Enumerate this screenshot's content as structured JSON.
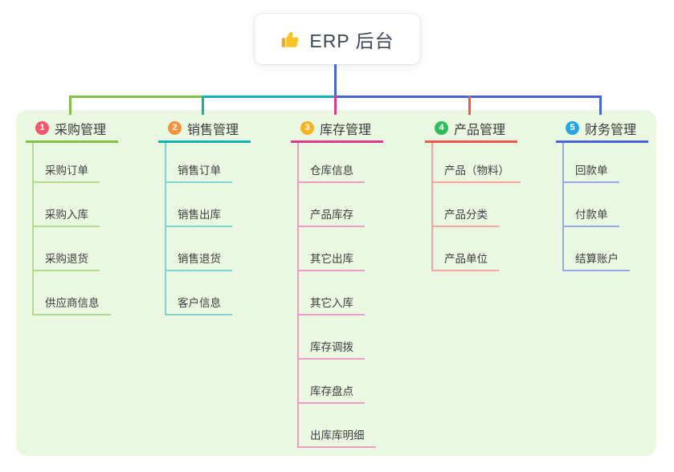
{
  "root": {
    "title": "ERP 后台",
    "icon": "thumbs-up-icon"
  },
  "panel": {
    "background": "#eaf7e1"
  },
  "connector": {
    "root_line_color": "#4565d8"
  },
  "branches": [
    {
      "badge": "1",
      "title": "采购管理",
      "color": "#84bf47",
      "light_color": "#b4db8c",
      "badge_color": "#f4586c",
      "children": [
        "采购订单",
        "采购入库",
        "采购退货",
        "供应商信息"
      ]
    },
    {
      "badge": "2",
      "title": "销售管理",
      "color": "#0fb3b3",
      "light_color": "#7ed6d4",
      "badge_color": "#f6913d",
      "children": [
        "销售订单",
        "销售出库",
        "销售退货",
        "客户信息"
      ]
    },
    {
      "badge": "3",
      "title": "库存管理",
      "color": "#dd3a8c",
      "light_color": "#ef9bc8",
      "badge_color": "#f7b321",
      "children": [
        "仓库信息",
        "产品库存",
        "其它出库",
        "其它入库",
        "库存调拨",
        "库存盘点",
        "出库库明细"
      ]
    },
    {
      "badge": "4",
      "title": "产品管理",
      "color": "#f4544e",
      "light_color": "#f8a69e",
      "badge_color": "#2ebd59",
      "children": [
        "产品（物料）",
        "产品分类",
        "产品单位"
      ]
    },
    {
      "badge": "5",
      "title": "财务管理",
      "color": "#4565d8",
      "light_color": "#97a9e5",
      "badge_color": "#27a6e2",
      "children": [
        "回款单",
        "付款单",
        "结算账户"
      ]
    }
  ]
}
